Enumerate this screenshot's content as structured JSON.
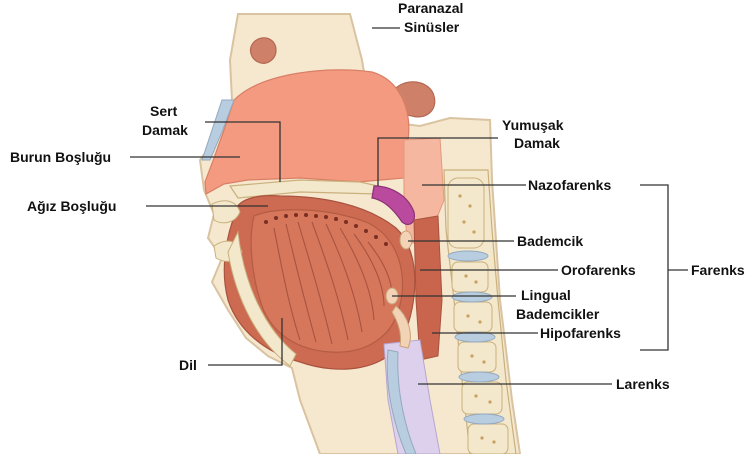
{
  "colors": {
    "skin": "#f6e8cf",
    "skin_edge": "#d9c3a0",
    "cavity": "#f39a80",
    "muscle": "#cc6a52",
    "tongue": "#d6775c",
    "soft_palate": "#b94a9d",
    "airway": "#ddd0ec",
    "vertebra": "#f3e7cc",
    "disc": "#b9cde0",
    "bone_edge": "#c9b07c",
    "sinus": "#cf8068",
    "leader": "#333333"
  },
  "labels": {
    "paranasal_line1": "Paranazal",
    "paranasal_line2": "Sinüsler",
    "hard_palate_line1": "Sert",
    "hard_palate_line2": "Damak",
    "nasal_cavity": "Burun Boşluğu",
    "oral_cavity": "Ağız Boşluğu",
    "soft_palate_line1": "Yumuşak",
    "soft_palate_line2": "Damak",
    "nasopharynx": "Nazofarenks",
    "tonsil": "Bademcik",
    "oropharynx": "Orofarenks",
    "pharynx": "Farenks",
    "lingual_line1": "Lingual",
    "lingual_line2": "Bademcikler",
    "hypopharynx": "Hipofarenks",
    "tongue": "Dil",
    "larynx": "Larenks"
  }
}
